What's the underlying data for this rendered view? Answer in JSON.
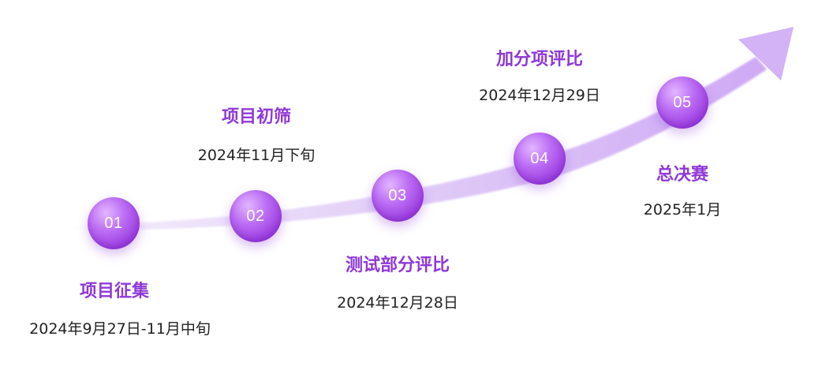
{
  "stages": [
    {
      "num": "01",
      "title": "项目征集",
      "date": "2024年9月27日-11月中旬"
    },
    {
      "num": "02",
      "title": "项目初筛",
      "date": "2024年11月下旬"
    },
    {
      "num": "03",
      "title": "测试部分评比",
      "date": "2024年12月28日"
    },
    {
      "num": "04",
      "title": "加分项评比",
      "date": "2024年12月29日"
    },
    {
      "num": "05",
      "title": "总决赛",
      "date": "2025年1月"
    }
  ],
  "colors": {
    "node": "#a64ae6",
    "title": "#8f38d8",
    "date": "#222222",
    "arrow": "#d8bcf6"
  }
}
